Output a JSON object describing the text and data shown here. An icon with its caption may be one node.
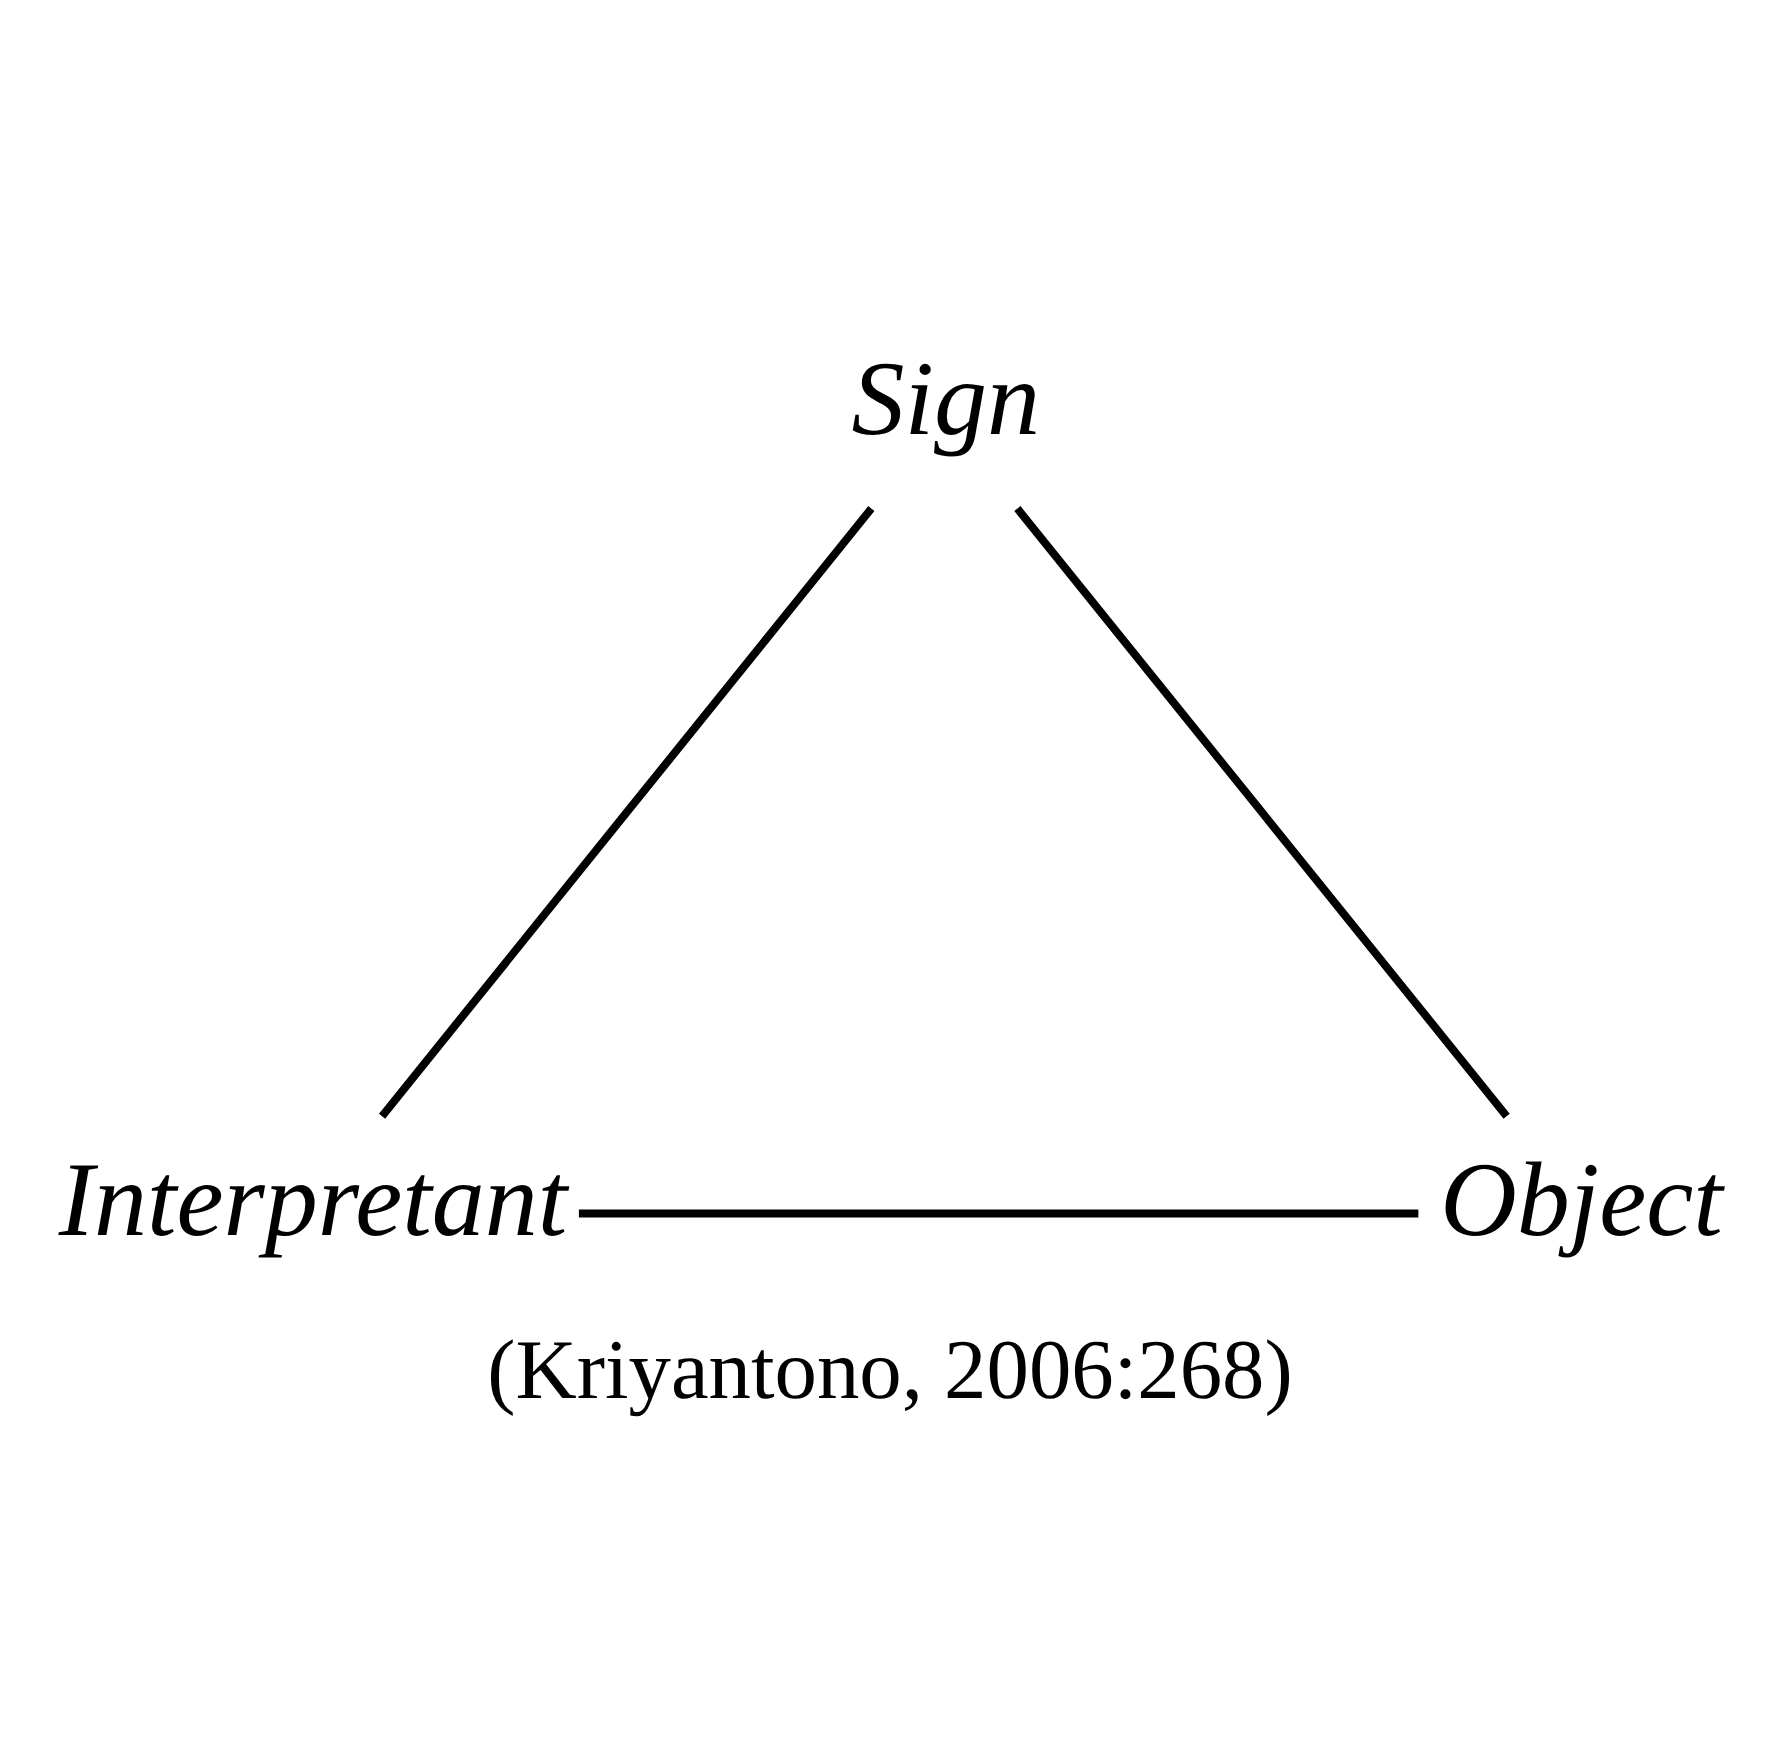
{
  "diagram": {
    "caption": "(Kriyantono, 2006:268)",
    "nodes": [
      {
        "text": [
          "Sign"
        ]
      },
      {
        "text": [
          "Interpretant"
        ]
      },
      {
        "text": [
          "Object"
        ]
      }
    ],
    "edges": [
      {
        "from": 0,
        "to": 1,
        "arrow": "none"
      },
      {
        "from": 0,
        "to": 2,
        "arrow": "none"
      },
      {
        "from": 1,
        "to": 2,
        "arrow": "none"
      }
    ]
  }
}
